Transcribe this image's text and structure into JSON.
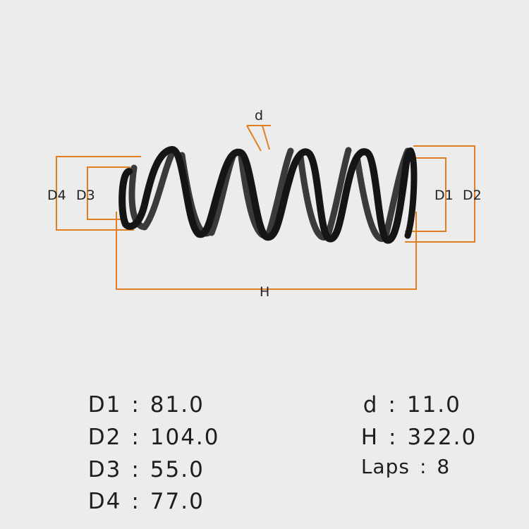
{
  "diagram": {
    "labels": {
      "d": "d",
      "D1": "D1",
      "D2": "D2",
      "D3": "D3",
      "D4": "D4",
      "H": "H"
    },
    "dimension_color": "#e07f22",
    "spring_color": "#151515"
  },
  "specs": {
    "separator": ":",
    "d1": {
      "label": "D1",
      "value": "81.0"
    },
    "d2": {
      "label": "D2",
      "value": "104.0"
    },
    "d3": {
      "label": "D3",
      "value": "55.0"
    },
    "d4": {
      "label": "D4",
      "value": "77.0"
    },
    "wire": {
      "label": "d",
      "value": "11.0"
    },
    "h": {
      "label": "H",
      "value": "322.0"
    },
    "laps": {
      "label": "Laps",
      "value": "8"
    }
  }
}
